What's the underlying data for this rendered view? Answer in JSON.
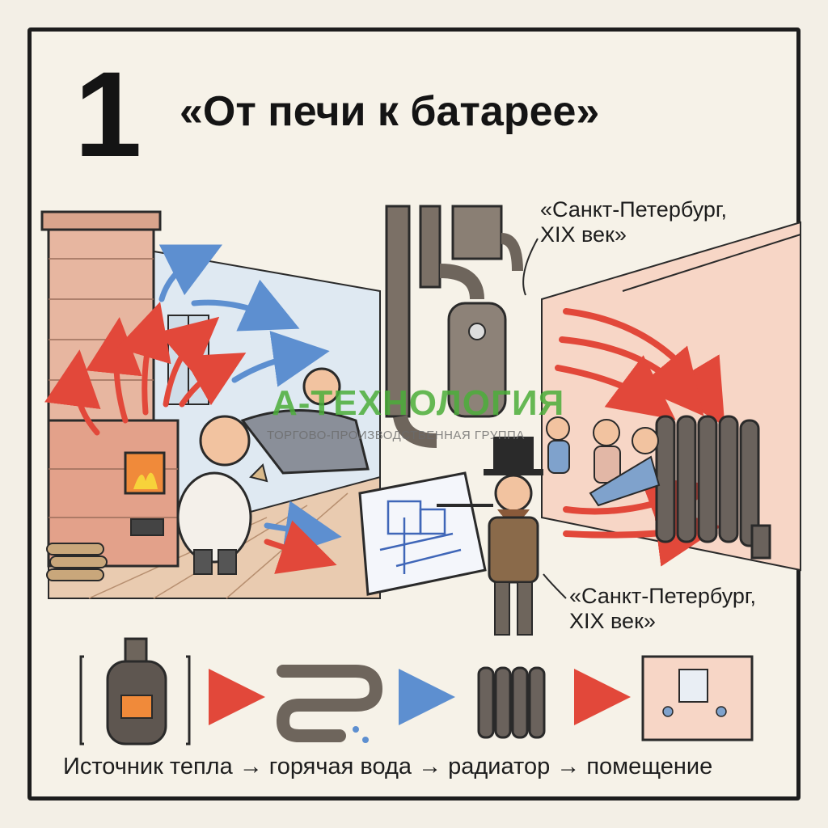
{
  "header": {
    "number": "1",
    "title": "«От печи к батарее»"
  },
  "captions": {
    "top": {
      "line1": "«Санкт-Петербург,",
      "line2": "XIX век»"
    },
    "bottom": {
      "line1": "«Санкт-Петербург,",
      "line2": "XIX век»"
    }
  },
  "watermark": {
    "brand": "А-ТЕХНОЛОГИЯ",
    "subtitle": "ТОРГОВО-ПРОИЗВОДСТВЕННАЯ ГРУППА"
  },
  "flow": {
    "text": "Источник тепла → горячая вода → радиатор → помещение",
    "steps": [
      "boiler-icon",
      "pipe-icon",
      "radiator-icon",
      "room-icon"
    ]
  },
  "colors": {
    "heat": "#e2483a",
    "cold": "#5d8fd0",
    "metal": "#6e655c",
    "brick": "#d9a48c",
    "brand": "#4cae3a"
  }
}
